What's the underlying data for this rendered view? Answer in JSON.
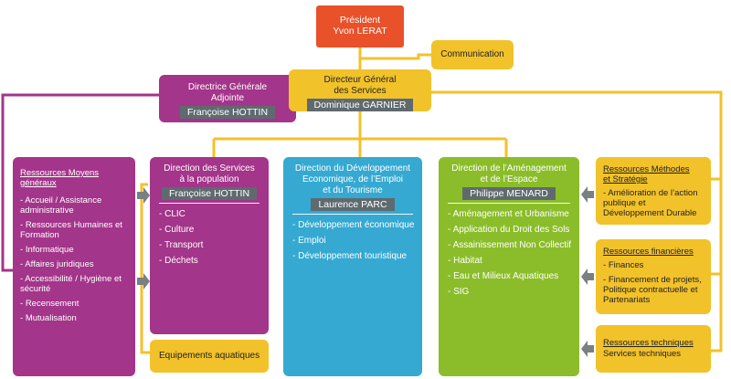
{
  "president": {
    "title": "Président",
    "name": "Yvon LERAT"
  },
  "communication": {
    "label": "Communication"
  },
  "dga": {
    "title_line1": "Directrice Générale",
    "title_line2": "Adjointe",
    "name": "Françoise HOTTIN"
  },
  "dgs": {
    "title_line1": "Directeur Général",
    "title_line2": "des Services",
    "name": "Dominique GARNIER"
  },
  "ressources_moyens": {
    "title_line1": "Ressources Moyens",
    "title_line2": "généraux",
    "items": [
      "Accueil / Assistance administrative",
      "Ressources Humaines et Formation",
      "Informatique",
      "Affaires juridiques",
      "Accessibilité / Hygiène et sécurité",
      "Recensement",
      "Mutualisation"
    ]
  },
  "dir_population": {
    "title_line1": "Direction des Services",
    "title_line2": "à la population",
    "name": "Françoise HOTTIN",
    "items": [
      "CLIC",
      "Culture",
      "Transport",
      "Déchets"
    ]
  },
  "equipements": {
    "label": "Equipements aquatiques"
  },
  "dir_eco": {
    "title_line1": "Direction du Développement",
    "title_line2": "Economique, de l’Emploi",
    "title_line3": "et du Tourisme",
    "name": "Laurence PARC",
    "items": [
      "Développement économique",
      "Emploi",
      "Développement touristique"
    ]
  },
  "dir_amenagement": {
    "title_line1": "Direction de l’Aménagement",
    "title_line2": "et de l’Espace",
    "name": "Philippe MENARD",
    "items": [
      "Aménagement et Urbanisme",
      "Application du Droit des Sols",
      "Assainissement Non Collectif",
      "Habitat",
      "Eau et Milieux Aquatiques",
      "SIG"
    ]
  },
  "res_methodes": {
    "title_line1": "Ressources Méthodes",
    "title_line2": "et Stratégie",
    "items": [
      "Amélioration de l’action publique et Développement Durable"
    ]
  },
  "res_financieres": {
    "title": "Ressources financières",
    "items": [
      "Finances",
      "Financement de projets, Politique contractuelle et Partenariats"
    ]
  },
  "res_techniques": {
    "title": "Ressources techniques",
    "line": "Services techniques"
  },
  "colors": {
    "purple": "#a3358a",
    "yellow": "#f2c22a",
    "blue": "#35a9d1",
    "green": "#8bbd2a",
    "red": "#e8512a",
    "gray": "#5f6a6f"
  }
}
